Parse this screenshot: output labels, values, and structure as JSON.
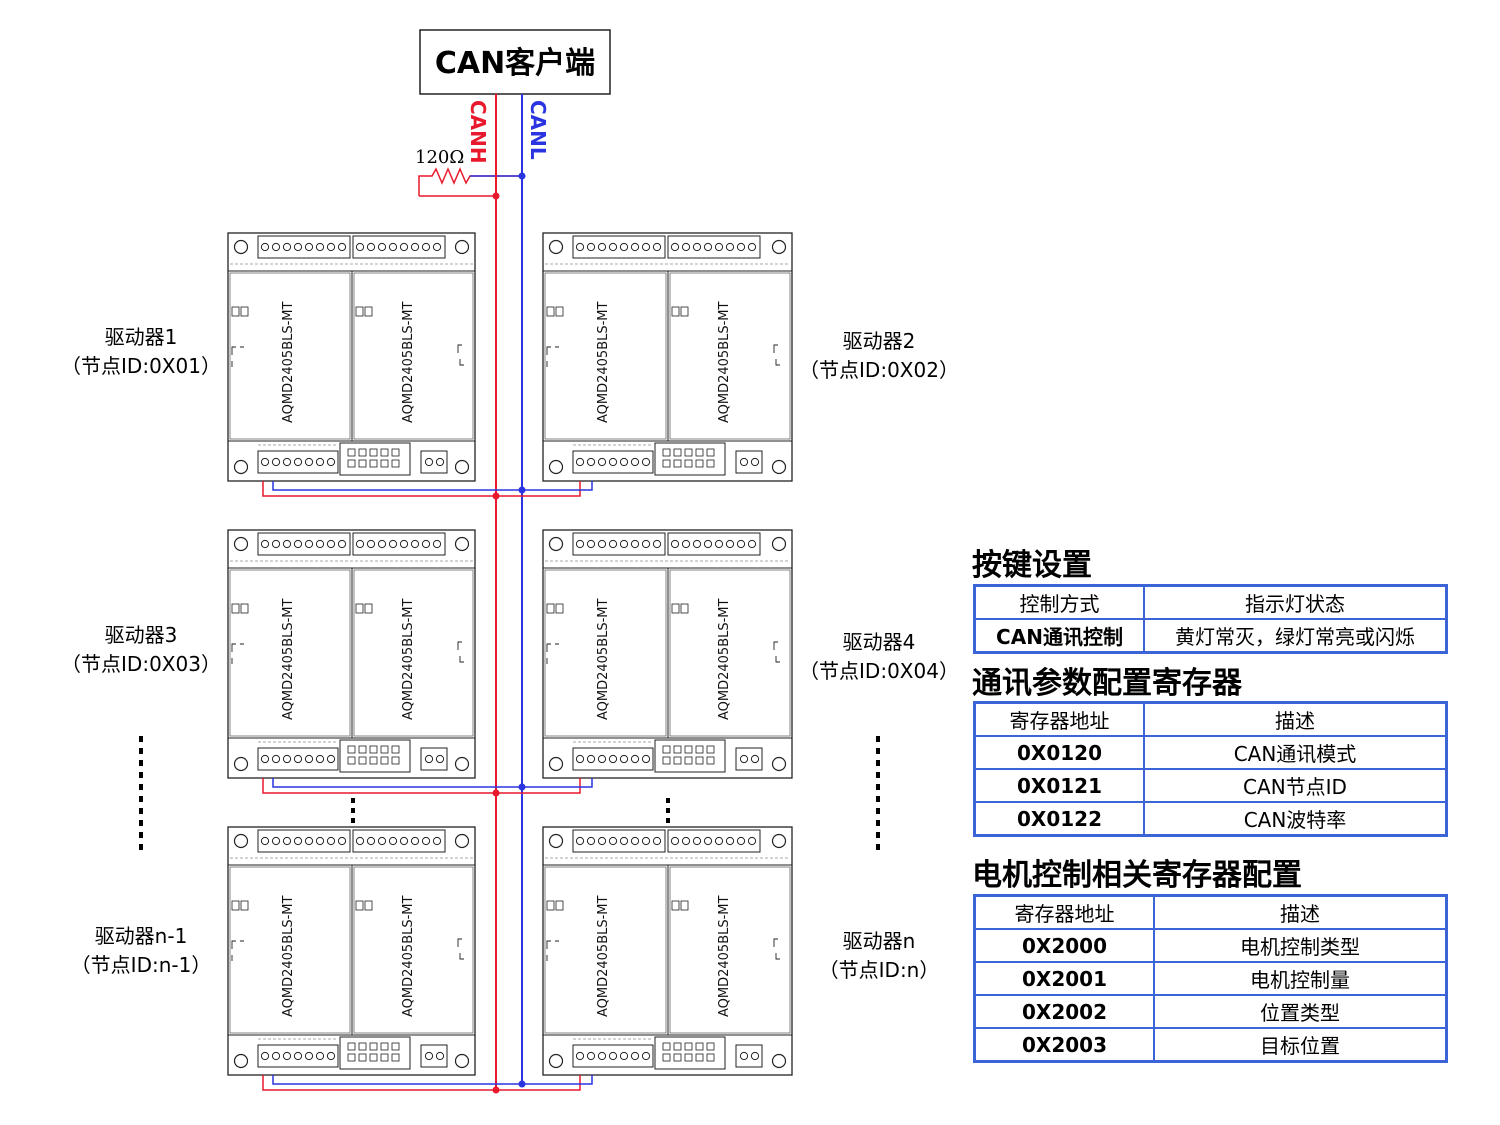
{
  "client_label": "CAN客户端",
  "canh_label": "CANH",
  "canl_label": "CANL",
  "resistor_label": "120Ω",
  "board_model": "AQMD2405BLS-MT",
  "colors": {
    "canh": "#e8192c",
    "canl": "#2a34e0",
    "table_border": "#3a64d8"
  },
  "drivers": [
    {
      "name": "驱动器1",
      "node": "（节点ID:0X01）"
    },
    {
      "name": "驱动器2",
      "node": "（节点ID:0X02）"
    },
    {
      "name": "驱动器3",
      "node": "（节点ID:0X03）"
    },
    {
      "name": "驱动器4",
      "node": "（节点ID:0X04）"
    },
    {
      "name": "驱动器n-1",
      "node": "（节点ID:n-1）"
    },
    {
      "name": "驱动器n",
      "node": "（节点ID:n）"
    }
  ],
  "key_settings": {
    "title": "按键设置",
    "headers": [
      "控制方式",
      "指示灯状态"
    ],
    "rows": [
      [
        "CAN通讯控制",
        "黄灯常灭，绿灯常亮或闪烁"
      ]
    ]
  },
  "comm_registers": {
    "title": "通讯参数配置寄存器",
    "headers": [
      "寄存器地址",
      "描述"
    ],
    "rows": [
      [
        "0X0120",
        "CAN通讯模式"
      ],
      [
        "0X0121",
        "CAN节点ID"
      ],
      [
        "0X0122",
        "CAN波特率"
      ]
    ]
  },
  "motor_registers": {
    "title": "电机控制相关寄存器配置",
    "headers": [
      "寄存器地址",
      "描述"
    ],
    "rows": [
      [
        "0X2000",
        "电机控制类型"
      ],
      [
        "0X2001",
        "电机控制量"
      ],
      [
        "0X2002",
        "位置类型"
      ],
      [
        "0X2003",
        "目标位置"
      ]
    ]
  }
}
